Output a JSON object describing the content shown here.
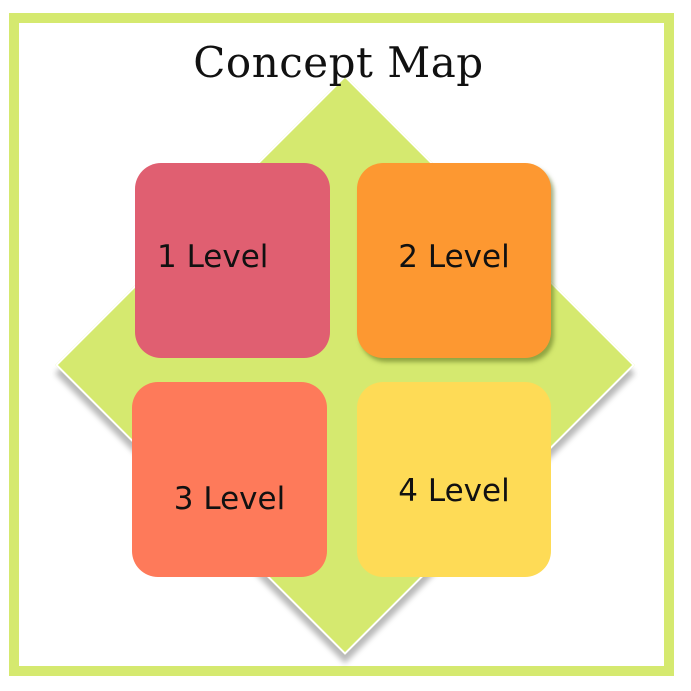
{
  "title": "Concept Map",
  "levels": [
    {
      "label": "1 Level",
      "color": "#e05f71"
    },
    {
      "label": "2 Level",
      "color": "#fd9831"
    },
    {
      "label": "3 Level",
      "color": "#fe7a5a"
    },
    {
      "label": "4 Level",
      "color": "#fedb56"
    }
  ],
  "colors": {
    "frame": "#d5e96f",
    "diamond": "#d5e96f"
  }
}
